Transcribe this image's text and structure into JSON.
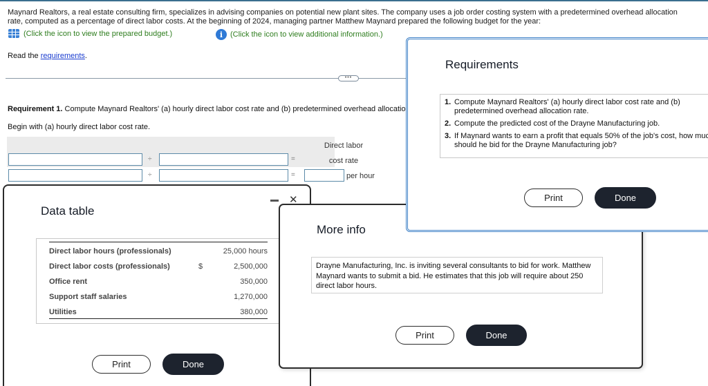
{
  "problem": {
    "intro": "Maynard Realtors, a real estate consulting firm, specializes in advising companies on potential new plant sites. The company uses a job order costing system with a predetermined overhead allocation rate, computed as a percentage of direct labor costs. At the beginning of 2024, managing partner Matthew Maynard prepared the following budget for the year:",
    "budget_hint": "(Click the icon to view the prepared budget.)",
    "info_hint": "(Click the icon to view additional information.)",
    "read_prefix": "Read the ",
    "read_link": "requirements",
    "read_suffix": ".",
    "ellipsis": "•••",
    "requirement1_label": "Requirement 1.",
    "requirement1_text": " Compute Maynard Realtors' (a) hourly direct labor cost rate and (b) predetermined overhead allocation rate.",
    "begin_text": "Begin with (a) hourly direct labor cost rate.",
    "formula": {
      "divide_symbol": "÷",
      "equals_symbol": "=",
      "result_header_line1": "Direct labor",
      "result_header_line2": "cost rate",
      "unit": "per hour",
      "row1": {
        "numerator": "",
        "denominator": ""
      },
      "row2": {
        "numerator": "",
        "denominator": "",
        "result": ""
      }
    }
  },
  "data_modal": {
    "title": "Data table",
    "rows": [
      {
        "label": "Direct labor hours (professionals)",
        "symbol": "",
        "value": "25,000 hours"
      },
      {
        "label": "Direct labor costs (professionals)",
        "symbol": "$",
        "value": "2,500,000"
      },
      {
        "label": "Office rent",
        "symbol": "",
        "value": "350,000"
      },
      {
        "label": "Support staff salaries",
        "symbol": "",
        "value": "1,270,000"
      },
      {
        "label": "Utilities",
        "symbol": "",
        "value": "380,000"
      }
    ],
    "print_label": "Print",
    "done_label": "Done",
    "minimize_icon": "—",
    "close_icon": "✕"
  },
  "info_modal": {
    "title": "More info",
    "text": "Drayne Manufacturing, Inc. is inviting several consultants to bid for work. Matthew Maynard wants to submit a bid. He estimates that this job will require about 250 direct labor hours.",
    "print_label": "Print",
    "done_label": "Done"
  },
  "requirements_modal": {
    "title": "Requirements",
    "items": [
      {
        "num": "1.",
        "text": "Compute Maynard Realtors' (a) hourly direct labor cost rate and (b)",
        "text2": "predetermined overhead allocation rate."
      },
      {
        "num": "2.",
        "text": "Compute the predicted cost of the Drayne Manufacturing job.",
        "text2": ""
      },
      {
        "num": "3.",
        "text": "If Maynard wants to earn a profit that equals 50% of the job's cost, how much",
        "text2": "should he bid for the Drayne Manufacturing job?"
      }
    ],
    "print_label": "Print",
    "done_label": "Done"
  },
  "colors": {
    "hint_green": "#2e7d1e",
    "link_blue": "#1a3ccf",
    "modal_accent": "#3b7fc6",
    "done_button": "#1d232e",
    "input_border": "#5b8aa8"
  }
}
